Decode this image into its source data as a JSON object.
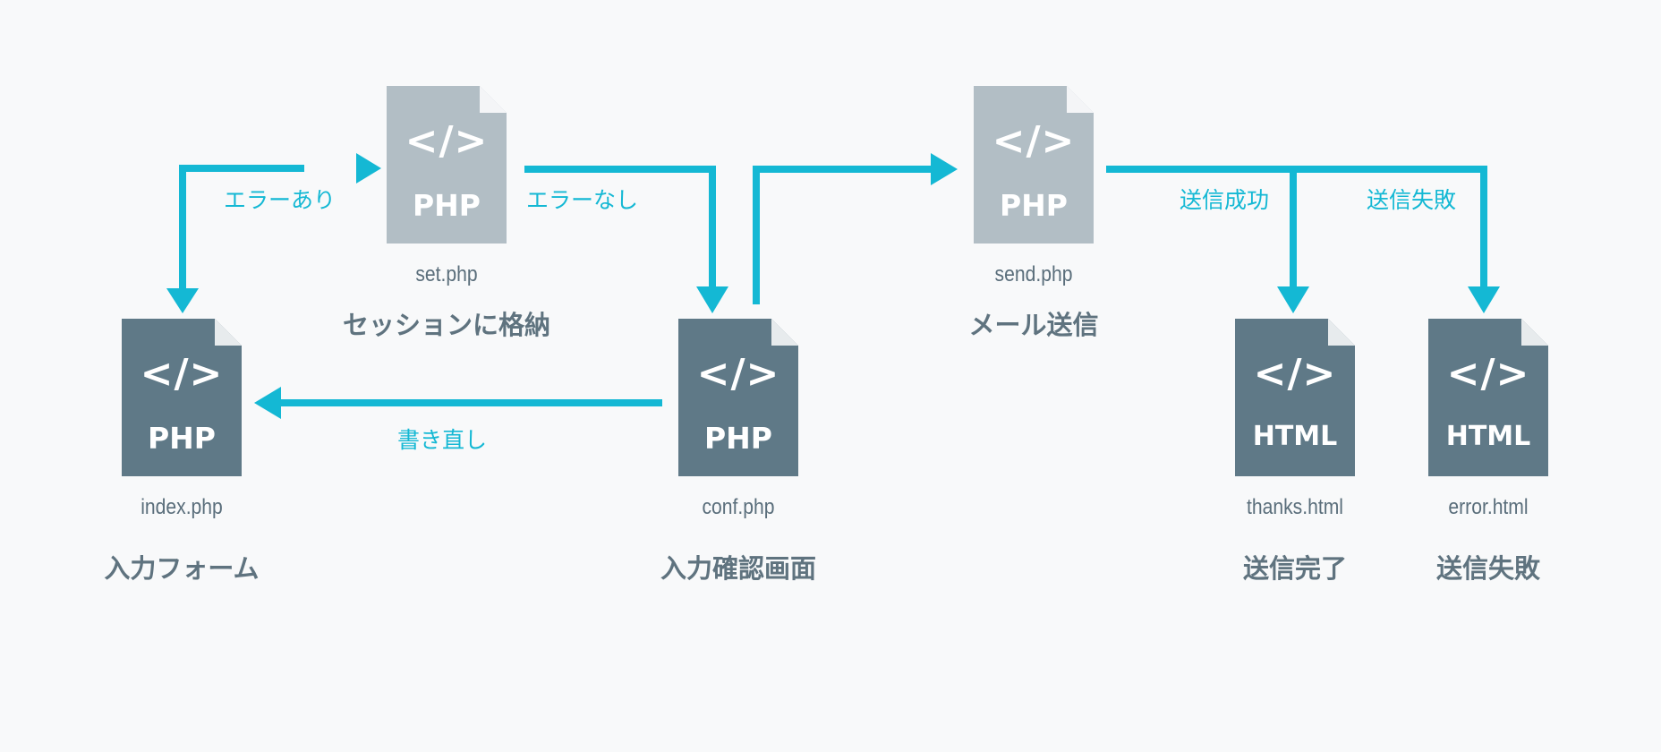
{
  "files": {
    "index": {
      "tag": "</>",
      "type": "PHP",
      "filename": "index.php",
      "caption": "入力フォーム"
    },
    "set": {
      "tag": "</>",
      "type": "PHP",
      "filename": "set.php",
      "caption": "セッションに格納"
    },
    "conf": {
      "tag": "</>",
      "type": "PHP",
      "filename": "conf.php",
      "caption": "入力確認画面"
    },
    "send": {
      "tag": "</>",
      "type": "PHP",
      "filename": "send.php",
      "caption": "メール送信"
    },
    "thanks": {
      "tag": "</>",
      "type": "HTML",
      "filename": "thanks.html",
      "caption": "送信完了"
    },
    "error": {
      "tag": "</>",
      "type": "HTML",
      "filename": "error.html",
      "caption": "送信失敗"
    }
  },
  "edges": {
    "error_exists": "エラーあり",
    "no_error": "エラーなし",
    "rewrite": "書き直し",
    "send_success": "送信成功",
    "send_failure": "送信失敗"
  },
  "colors": {
    "arrow": "#14b8d4",
    "file_dark": "#5f7987",
    "file_light": "#b2bec5",
    "background": "#f8f9fa"
  },
  "icons": {
    "file": "document-icon",
    "fold": "folded-corner"
  }
}
